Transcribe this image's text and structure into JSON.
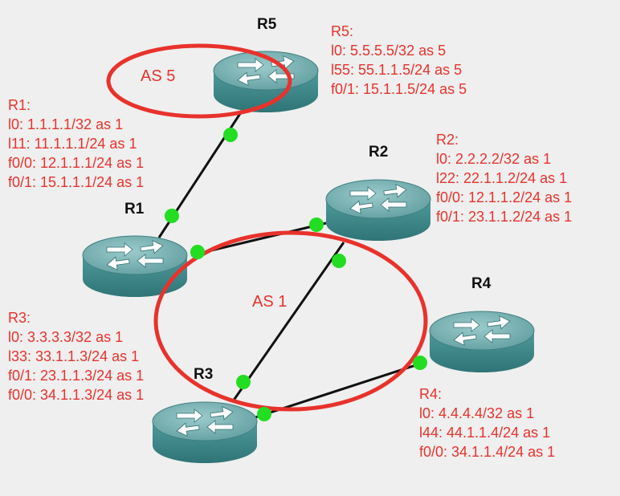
{
  "routers": [
    {
      "id": "R5",
      "name": "R5",
      "info": [
        "R5:",
        "l0: 5.5.5.5/32 as 5",
        "l55: 55.1.1.5/24 as 5",
        "f0/1: 15.1.1.5/24 as 5"
      ]
    },
    {
      "id": "R1",
      "name": "R1",
      "info": [
        "R1:",
        "l0: 1.1.1.1/32 as 1",
        "l11: 11.1.1.1/24 as 1",
        "f0/0: 12.1.1.1/24 as 1",
        "f0/1: 15.1.1.1/24 as 1"
      ]
    },
    {
      "id": "R2",
      "name": "R2",
      "info": [
        "R2:",
        "l0: 2.2.2.2/32 as 1",
        "l22: 22.1.1.2/24 as 1",
        "f0/0: 12.1.1.2/24 as 1",
        "f0/1: 23.1.1.2/24 as 1"
      ]
    },
    {
      "id": "R3",
      "name": "R3",
      "info": [
        "R3:",
        "l0: 3.3.3.3/32 as 1",
        "l33: 33.1.1.3/24 as 1",
        "f0/1: 23.1.1.3/24 as 1",
        "f0/0: 34.1.1.3/24 as 1"
      ]
    },
    {
      "id": "R4",
      "name": "R4",
      "info": [
        "R4:",
        "l0: 4.4.4.4/32 as 1",
        "l44: 44.1.1.4/24 as 1",
        "f0/0: 34.1.1.4/24 as 1"
      ]
    }
  ],
  "as_groups": [
    {
      "label": "AS 5"
    },
    {
      "label": "AS 1"
    }
  ],
  "colors": {
    "annotation": "#e8322c",
    "link": "#111111",
    "port": "#22dd22",
    "router_top": "#6fa3a5",
    "router_side": "#3f8a8c"
  }
}
